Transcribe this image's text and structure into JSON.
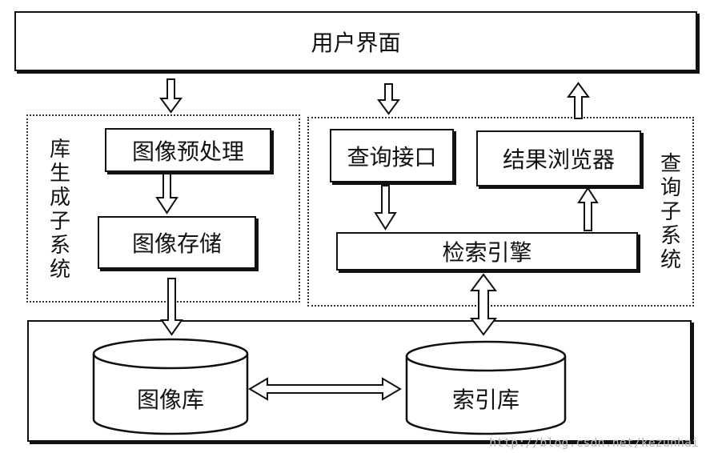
{
  "ui": {
    "label": "用户界面"
  },
  "library_subsystem": {
    "label": "库生成子系统",
    "preprocess": "图像预处理",
    "storage": "图像存储"
  },
  "query_subsystem": {
    "label": "查询子系统",
    "query_interface": "查询接口",
    "result_browser": "结果浏览器",
    "search_engine": "检索引擎"
  },
  "storage_layer": {
    "image_db": "图像库",
    "index_db": "索引库"
  },
  "watermark": "http://blog.csdn.net/kezunhai"
}
